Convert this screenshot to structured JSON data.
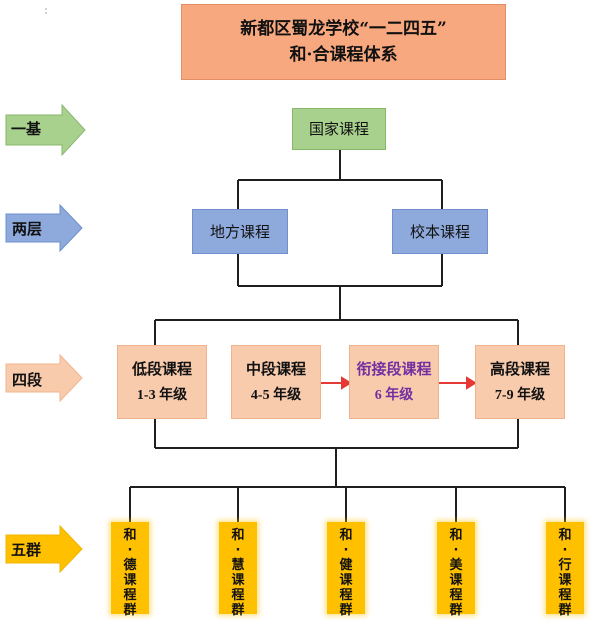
{
  "title": {
    "line1": "新都区蜀龙学校“一二四五”",
    "line2": "和·合课程体系"
  },
  "levels": {
    "one_base": {
      "label": "一基",
      "color": "#a9d18e"
    },
    "two_layers": {
      "label": "两层",
      "color": "#8ea9db"
    },
    "four_stages": {
      "label": "四段",
      "color": "#f8cbad"
    },
    "five_groups": {
      "label": "五群",
      "color": "#ffc000"
    }
  },
  "national_course": {
    "label": "国家课程"
  },
  "two_layers_items": [
    {
      "label": "地方课程"
    },
    {
      "label": "校本课程"
    }
  ],
  "stages": [
    {
      "name": "低段课程",
      "grade": "1-3 年级"
    },
    {
      "name": "中段课程",
      "grade": "4-5 年级"
    },
    {
      "name": "衔接段课程",
      "grade": "6 年级",
      "highlight": true
    },
    {
      "name": "高段课程",
      "grade": "7-9 年级"
    }
  ],
  "groups": [
    {
      "chars": [
        "和",
        "·",
        "德",
        "课",
        "程",
        "群"
      ]
    },
    {
      "chars": [
        "和",
        "·",
        "慧",
        "课",
        "程",
        "群"
      ]
    },
    {
      "chars": [
        "和",
        "·",
        "健",
        "课",
        "程",
        "群"
      ]
    },
    {
      "chars": [
        "和",
        "·",
        "美",
        "课",
        "程",
        "群"
      ]
    },
    {
      "chars": [
        "和",
        "·",
        "行",
        "课",
        "程",
        "群"
      ]
    }
  ],
  "colors": {
    "title_box": "#f7a87e",
    "national_box": "#a9d18e",
    "layer_box": "#8ea9db",
    "stage_box": "#f8cbad",
    "group_box": "#ffc000",
    "stage_arrow": "#e53935",
    "highlight_text": "#7030a0",
    "line": "#1f1f1f"
  }
}
